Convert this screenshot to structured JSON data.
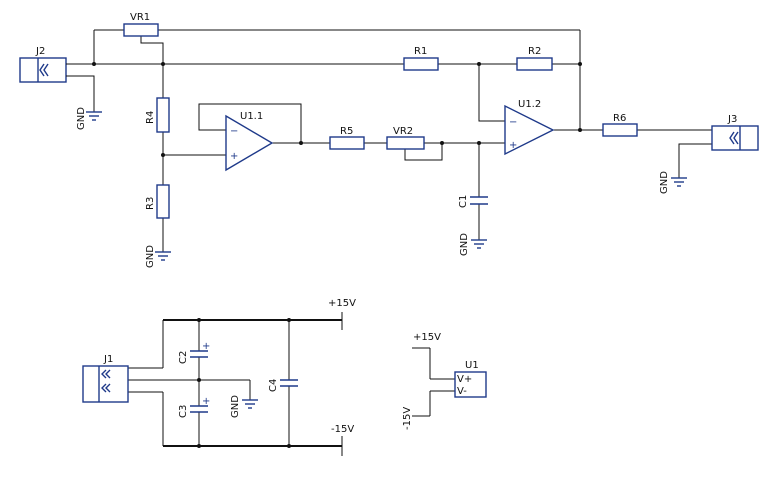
{
  "components": {
    "j2": "J2",
    "j3": "J3",
    "j1": "J1",
    "vr1": "VR1",
    "vr2": "VR2",
    "r1": "R1",
    "r2": "R2",
    "r3": "R3",
    "r4": "R4",
    "r5": "R5",
    "r6": "R6",
    "c1": "C1",
    "c2": "C2",
    "c3": "C3",
    "c4": "C4",
    "u1_1": "U1.1",
    "u1_2": "U1.2",
    "u1": "U1"
  },
  "nets": {
    "gnd": "GND",
    "pos15": "+15V",
    "neg15": "-15V"
  },
  "pins": {
    "minus": "−",
    "plus": "+",
    "vplus": "V+",
    "vminus": "V-",
    "cap_plus": "+"
  }
}
